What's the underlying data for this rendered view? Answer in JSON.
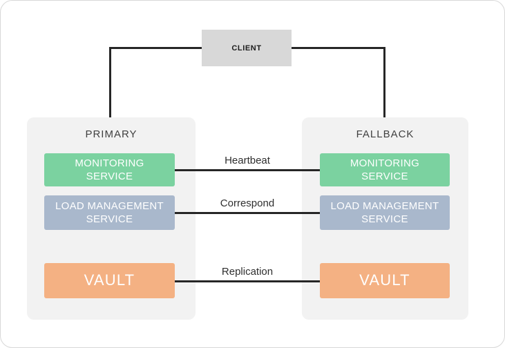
{
  "client": {
    "label": "CLIENT"
  },
  "primary": {
    "title": "PRIMARY",
    "monitoring": {
      "label": "MONITORING SERVICE"
    },
    "load": {
      "label": "LOAD MANAGEMENT SERVICE"
    },
    "vault": {
      "label": "VAULT"
    }
  },
  "fallback": {
    "title": "FALLBACK",
    "monitoring": {
      "label": "MONITORING SERVICE"
    },
    "load": {
      "label": "LOAD MANAGEMENT SERVICE"
    },
    "vault": {
      "label": "VAULT"
    }
  },
  "connections": {
    "heartbeat": {
      "label": "Heartbeat"
    },
    "correspond": {
      "label": "Correspond"
    },
    "replication": {
      "label": "Replication"
    }
  },
  "colors": {
    "monitoring": "#7bd2a0",
    "load": "#a9b8cc",
    "vault": "#f4b183",
    "client_box": "#d8d8d8",
    "container": "#f2f2f2",
    "line": "#262626"
  }
}
